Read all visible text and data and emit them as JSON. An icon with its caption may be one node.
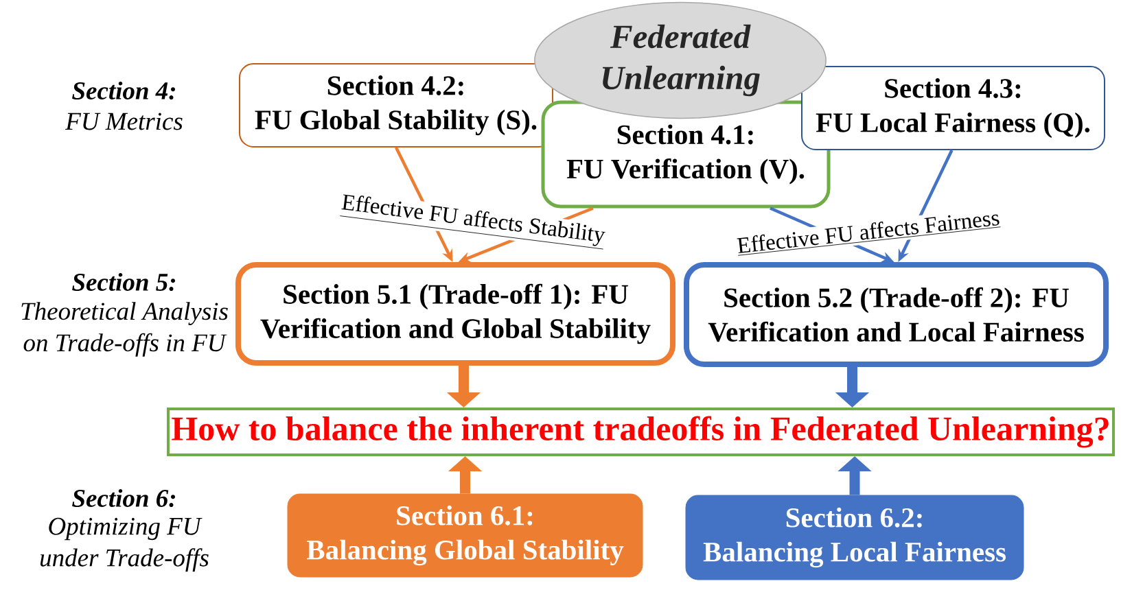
{
  "diagram": {
    "nodes": [
      {
        "text": [
          "Federated Unlearning"
        ]
      },
      {
        "text": [
          "Section 4.2:",
          "FU Global Stability (S)."
        ]
      },
      {
        "text": [
          "Section 4.1:",
          "FU Verification (V)."
        ]
      },
      {
        "text": [
          "Section 4.3:",
          "FU Local Fairness (Q)."
        ]
      },
      {
        "text": [
          "Section 5.1 (Trade-off 1): FU Verification and Global Stability"
        ]
      },
      {
        "text": [
          "Section 5.2 (Trade-off 2): FU Verification and Local Fairness"
        ]
      },
      {
        "text": [
          "How to balance the inherent tradeoffs in Federated Unlearning?"
        ]
      },
      {
        "text": [
          "Section 6.1:",
          "Balancing Global Stability"
        ]
      },
      {
        "text": [
          "Section 6.2:",
          "Balancing Local Fairness"
        ]
      }
    ],
    "edges": [
      {
        "from": 1,
        "to": 4,
        "arrow": "to",
        "color": "#ed7d31"
      },
      {
        "from": 2,
        "to": 4,
        "arrow": "to",
        "label": "Effective FU affects Stability",
        "color": "#ed7d31"
      },
      {
        "from": 3,
        "to": 5,
        "arrow": "to",
        "color": "#4472c4"
      },
      {
        "from": 2,
        "to": 5,
        "arrow": "to",
        "label": "Effective FU affects Fairness",
        "color": "#4472c4"
      },
      {
        "from": 4,
        "to": 6,
        "arrow": "to",
        "style": "thick",
        "color": "#ed7d31"
      },
      {
        "from": 5,
        "to": 6,
        "arrow": "to",
        "style": "thick",
        "color": "#4472c4"
      },
      {
        "from": 7,
        "to": 6,
        "arrow": "to",
        "style": "thick",
        "color": "#ed7d31"
      },
      {
        "from": 8,
        "to": 6,
        "arrow": "to",
        "style": "thick",
        "color": "#4472c4"
      }
    ],
    "labels": [
      "Section 4:",
      "FU Metrics",
      "Section 5:",
      "Theoretical Analysis on Trade-offs in FU",
      "Section 6:",
      "Optimizing FU under Trade-offs"
    ]
  }
}
